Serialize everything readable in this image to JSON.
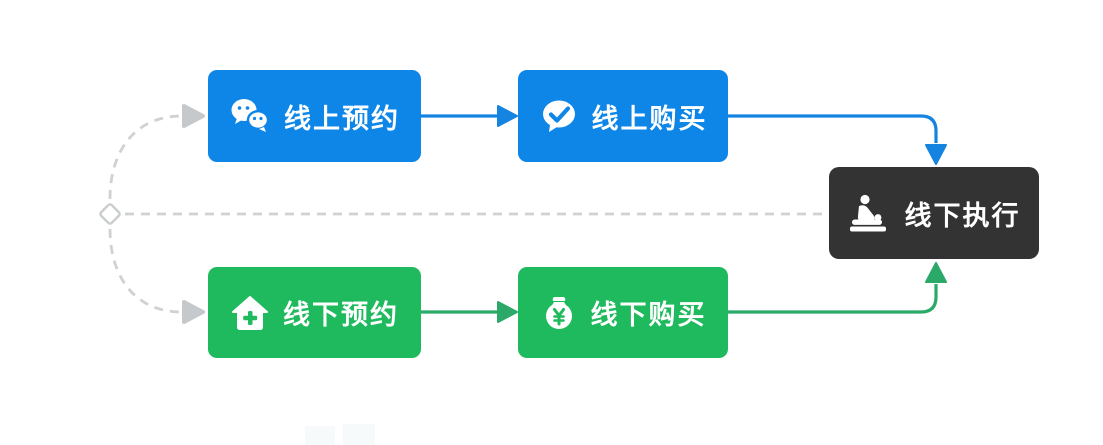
{
  "diagram": {
    "nodes": [
      {
        "id": "online-booking",
        "label": "线上预约",
        "icon": "wechat-icon",
        "color": "#0d86e8"
      },
      {
        "id": "online-purchase",
        "label": "线上购买",
        "icon": "chat-check-icon",
        "color": "#0d86e8"
      },
      {
        "id": "offline-booking",
        "label": "线下预约",
        "icon": "house-plus-icon",
        "color": "#1fba5e"
      },
      {
        "id": "offline-purchase",
        "label": "线下购买",
        "icon": "money-bag-icon",
        "color": "#1fba5e"
      },
      {
        "id": "offline-execution",
        "label": "线下执行",
        "icon": "massage-icon",
        "color": "#333333"
      }
    ],
    "flows": [
      {
        "from": "online-booking",
        "to": "online-purchase",
        "style": "solid-blue"
      },
      {
        "from": "online-purchase",
        "to": "offline-execution",
        "style": "solid-blue"
      },
      {
        "from": "offline-booking",
        "to": "offline-purchase",
        "style": "solid-green"
      },
      {
        "from": "offline-purchase",
        "to": "offline-execution",
        "style": "solid-green"
      },
      {
        "from": "start-diamond",
        "to": "online-booking",
        "style": "dashed-gray"
      },
      {
        "from": "start-diamond",
        "to": "offline-booking",
        "style": "dashed-gray"
      },
      {
        "from": "start-diamond",
        "to": "offline-execution",
        "style": "dashed-gray"
      }
    ],
    "colors": {
      "online_blue": "#0d86e8",
      "offline_green": "#1fba5e",
      "execution_dark": "#333333",
      "connector_blue": "#1584e0",
      "connector_green": "#2aa968",
      "dashed_gray": "#cfd2d3",
      "arrow_gray": "#c5c9cb"
    }
  }
}
